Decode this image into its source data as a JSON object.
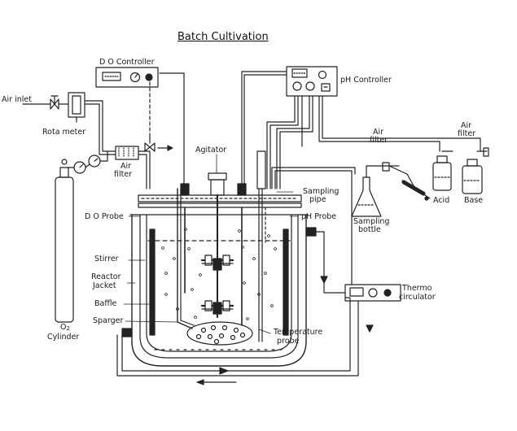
{
  "title": "Batch Cultivation",
  "labels": {
    "do_controller": "D O Controller",
    "ph_controller": "pH Controller",
    "air_inlet": "Air inlet",
    "rota_meter": "Rota meter",
    "agitator": "Agitator",
    "air_filter_left_1": "Air",
    "air_filter_left_2": "filter",
    "air_filter_mid_1": "Air",
    "air_filter_mid_2": "filter",
    "air_filter_right_1": "Air",
    "air_filter_right_2": "filter",
    "sampling_pipe_1": "Sampling",
    "sampling_pipe_2": "pipe",
    "sampling_bottle_1": "Sampling",
    "sampling_bottle_2": "bottle",
    "acid": "Acid",
    "base": "Base",
    "do_probe": "D O Probe",
    "ph_probe": "pH Probe",
    "stirrer": "Stirrer",
    "reactor_jacket_1": "Reactor",
    "reactor_jacket_2": "Jacket",
    "baffle": "Baffle",
    "sparger": "Sparger",
    "o2_1": "O",
    "o2_sub": "2",
    "o2_2": "Cylinder",
    "thermo_1": "Thermo",
    "thermo_2": "circulator",
    "temp_probe_1": "Temperature",
    "temp_probe_2": "probe"
  }
}
